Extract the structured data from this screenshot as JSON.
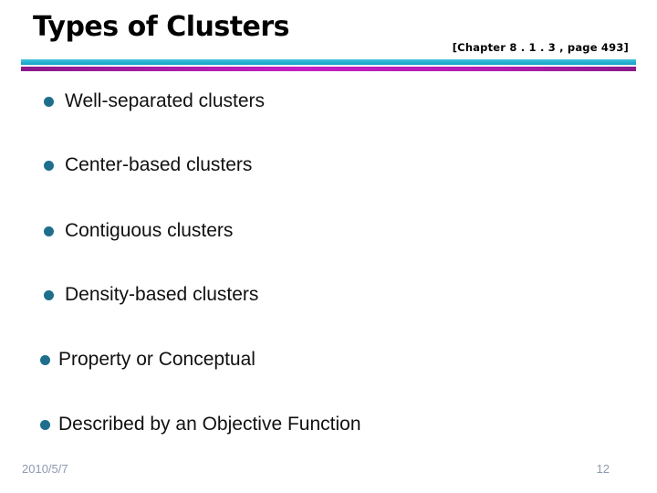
{
  "slide": {
    "title": "Types of Clusters",
    "reference": "[Chapter 8 . 1 . 3 ,  page 493]",
    "bullets": [
      {
        "text": "Well-separated clusters"
      },
      {
        "text": "Center-based clusters"
      },
      {
        "text": "Contiguous clusters"
      },
      {
        "text": "Density-based clusters"
      },
      {
        "text": "Property or Conceptual"
      },
      {
        "text": "Described by an Objective Function"
      }
    ],
    "footer": {
      "date": "2010/5/7",
      "page_number": "12"
    },
    "colors": {
      "title_text": "#000000",
      "body_text": "#111111",
      "bullet_marker": "#1f6e8e",
      "rule_top_cyan": "#2ab2d2",
      "rule_bottom_magenta": "#c41fc4",
      "footer_text": "#8e9ab0"
    }
  }
}
